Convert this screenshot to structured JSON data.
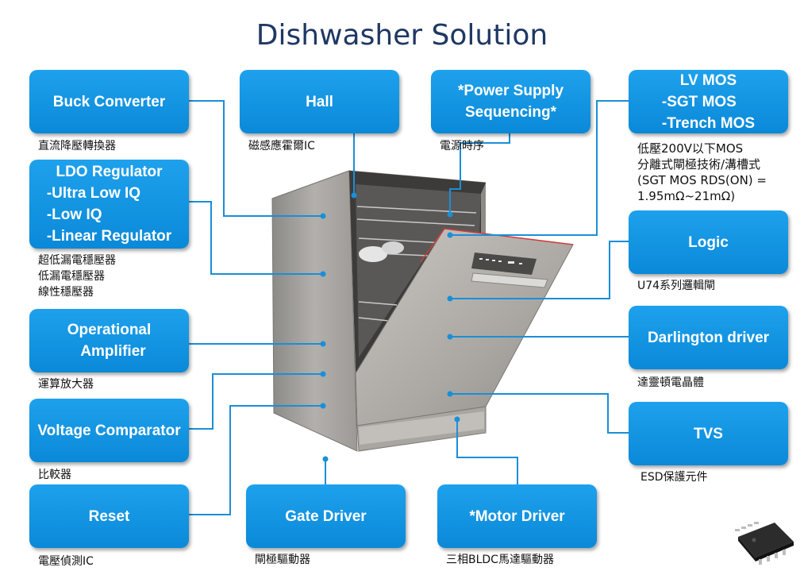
{
  "title": "Dishwasher Solution",
  "boxes": {
    "buck": {
      "label": "Buck Converter",
      "caption": "直流降壓轉換器"
    },
    "hall": {
      "label": "Hall",
      "caption": "磁感應霍爾IC"
    },
    "power_seq": {
      "line1": "*Power Supply",
      "line2": "Sequencing*",
      "caption": "電源時序"
    },
    "lv_mos": {
      "line1": "LV MOS",
      "line2": "-SGT MOS",
      "line3": "-Trench MOS",
      "caption1": "低壓200V以下MOS",
      "caption2": "分離式閘極技術/溝槽式",
      "caption3": "(SGT MOS RDS(ON) =",
      "caption4": "1.95mΩ~21mΩ)"
    },
    "ldo": {
      "line1": "LDO Regulator",
      "line2": "-Ultra Low IQ",
      "line3": "-Low IQ",
      "line4": "-Linear Regulator",
      "caption1": "超低漏電穩壓器",
      "caption2": "低漏電穩壓器",
      "caption3": "線性穩壓器"
    },
    "logic": {
      "label": "Logic",
      "caption": "U74系列邏輯閘"
    },
    "opamp": {
      "line1": "Operational",
      "line2": "Amplifier",
      "caption": "運算放大器"
    },
    "darlington": {
      "label": "Darlington driver",
      "caption": "達靈頓電晶體"
    },
    "comparator": {
      "label": "Voltage Comparator",
      "caption": "比較器"
    },
    "tvs": {
      "label": "TVS",
      "caption": "ESD保護元件"
    },
    "reset": {
      "label": "Reset",
      "caption": "電壓偵測IC"
    },
    "gate": {
      "label": "Gate Driver",
      "caption": "閘極驅動器"
    },
    "motor": {
      "label": "*Motor Driver",
      "caption": "三相BLDC馬達驅動器"
    }
  },
  "colors": {
    "box": "#0a89d8",
    "title": "#1f3864",
    "connector": "#1a8fd8"
  }
}
